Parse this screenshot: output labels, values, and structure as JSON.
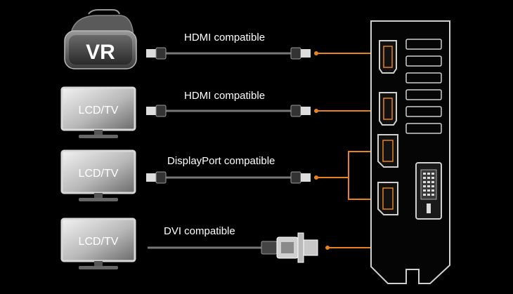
{
  "devices": [
    {
      "label": "VR",
      "icon": "vr-headset-icon"
    },
    {
      "label": "LCD/TV",
      "icon": "monitor-icon"
    },
    {
      "label": "LCD/TV",
      "icon": "monitor-icon"
    },
    {
      "label": "LCD/TV",
      "icon": "monitor-icon"
    }
  ],
  "connections": [
    {
      "label": "HDMI compatible",
      "cable": "hdmi-cable"
    },
    {
      "label": "HDMI compatible",
      "cable": "hdmi-cable"
    },
    {
      "label": "DisplayPort compatible",
      "cable": "displayport-cable"
    },
    {
      "label": "DVI compatible",
      "cable": "dvi-cable"
    }
  ],
  "colors": {
    "background": "#000000",
    "accent": "#e8821e",
    "bracket": "#d0d0d0"
  }
}
